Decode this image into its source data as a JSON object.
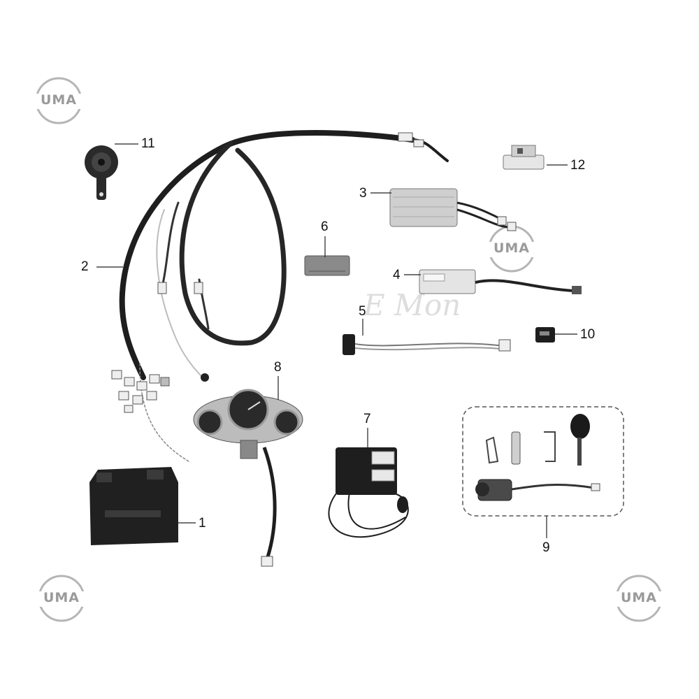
{
  "brand": {
    "logo_text": "UMA"
  },
  "watermark_text": "E Mon",
  "callouts": {
    "c1": "1",
    "c2": "2",
    "c3": "3",
    "c4": "4",
    "c5": "5",
    "c6": "6",
    "c7": "7",
    "c8": "8",
    "c9": "9",
    "c10": "10",
    "c11": "11",
    "c12": "12"
  },
  "colors": {
    "line": "#1a1a1a",
    "part_dark": "#222222",
    "part_grey": "#9a9a9a",
    "logo": "#9a9a9a"
  }
}
